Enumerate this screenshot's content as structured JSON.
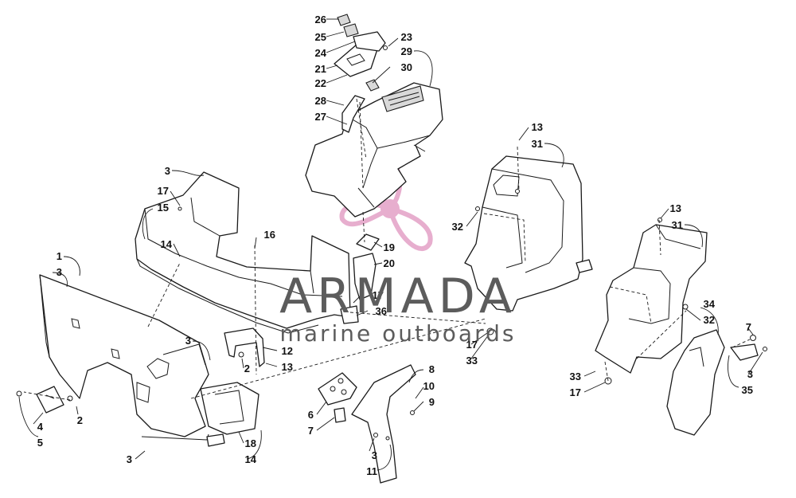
{
  "watermark": {
    "brand": "ARMADA",
    "tagline": "marine outboards",
    "accent_color": "#e3a0c6",
    "text_color": "#5c5c5c",
    "logo_icon": "propeller-icon"
  },
  "callouts": [
    "26",
    "25",
    "24",
    "21",
    "22",
    "28",
    "27",
    "23",
    "29",
    "30",
    "3",
    "17",
    "15",
    "14",
    "16",
    "19",
    "20",
    "13",
    "31",
    "32",
    "1",
    "3",
    "2",
    "4",
    "5",
    "3",
    "2",
    "13",
    "12",
    "17",
    "36",
    "17",
    "33",
    "13",
    "31",
    "34",
    "32",
    "7",
    "3",
    "33",
    "17",
    "35",
    "8",
    "10",
    "9",
    "6",
    "7",
    "3",
    "11",
    "18",
    "14",
    "3"
  ]
}
